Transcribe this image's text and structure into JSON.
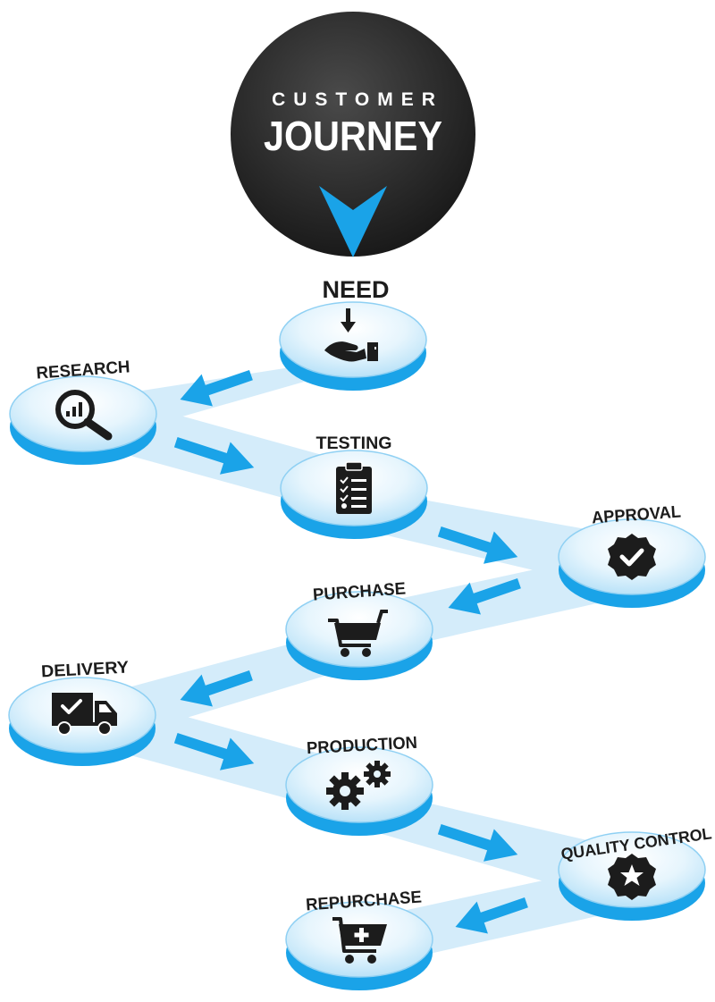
{
  "title": {
    "line1": "CUSTOMER",
    "line2": "JOURNEY"
  },
  "colors": {
    "accent": "#1aa3e8",
    "path": "#d4ecfa",
    "badge_dark": "#2b2b2b",
    "label": "#1c1c1c"
  },
  "steps": [
    {
      "id": "need",
      "label": "NEED",
      "icon": "hand-receive-icon"
    },
    {
      "id": "research",
      "label": "RESEARCH",
      "icon": "magnifier-chart-icon"
    },
    {
      "id": "testing",
      "label": "TESTING",
      "icon": "clipboard-checklist-icon"
    },
    {
      "id": "approval",
      "label": "APPROVAL",
      "icon": "check-badge-icon"
    },
    {
      "id": "purchase",
      "label": "PURCHASE",
      "icon": "shopping-cart-icon"
    },
    {
      "id": "delivery",
      "label": "DELIVERY",
      "icon": "delivery-truck-icon"
    },
    {
      "id": "production",
      "label": "PRODUCTION",
      "icon": "gears-icon"
    },
    {
      "id": "quality_control",
      "label": "QUALITY CONTROL",
      "icon": "star-badge-icon"
    },
    {
      "id": "repurchase",
      "label": "REPURCHASE",
      "icon": "cart-plus-icon"
    }
  ]
}
